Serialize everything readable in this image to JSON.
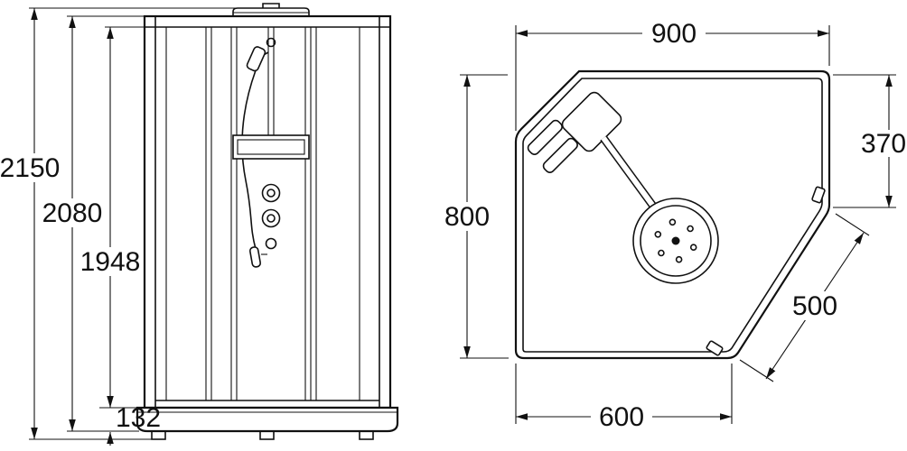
{
  "diagram": {
    "background_color": "#ffffff",
    "line_color": "#111111",
    "front_view": {
      "dimensions": {
        "total_height": "2150",
        "cabin_height": "2080",
        "inner_height": "1948",
        "tray_height": "132"
      }
    },
    "top_view": {
      "dimensions": {
        "overall_width": "900",
        "right_side_depth": "370",
        "overall_depth": "800",
        "door_opening": "500",
        "front_width": "600"
      }
    }
  }
}
